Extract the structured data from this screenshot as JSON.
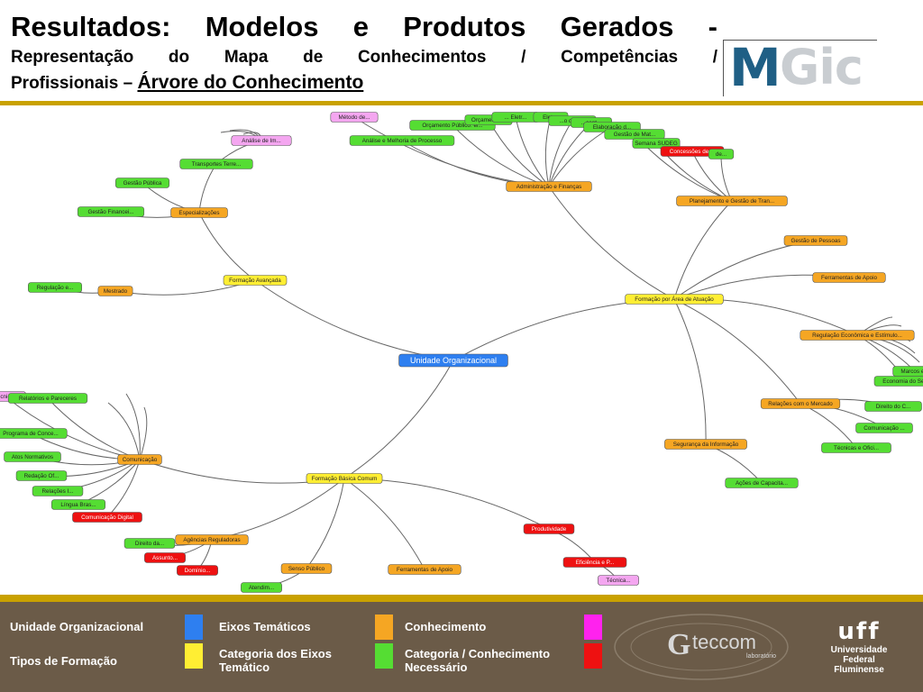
{
  "header": {
    "title": "Resultados: Modelos e Produtos Gerados -",
    "subtitle_line1": "Representação do Mapa de Conhecimentos / Competências /",
    "subtitle_line2_prefix": "Profissionais – ",
    "subtitle_line2_link": "Árvore do Conhecimento",
    "logo_m": "M",
    "logo_gic": "Gic"
  },
  "colors": {
    "blue": "#2e7ff0",
    "yellow": "#ffee33",
    "orange": "#f5a623",
    "green": "#55dd33",
    "magenta": "#ff22ee",
    "red": "#ee1111",
    "pink_node": "#f4a6f0",
    "gold": "#c9a100",
    "footer_bg": "#6b5b48"
  },
  "nodes": [
    {
      "id": "root",
      "label": "Unidade Organizacional",
      "type": "blue"
    },
    {
      "id": "fpa",
      "label": "Formação por Área de Atuação",
      "type": "yellow"
    },
    {
      "id": "fav",
      "label": "Formação Avançada",
      "type": "yellow"
    },
    {
      "id": "fbc",
      "label": "Formação Básica Comum",
      "type": "yellow"
    },
    {
      "id": "af",
      "label": "Administração e Finanças",
      "type": "orange"
    },
    {
      "id": "pg",
      "label": "Planejamento e Gestão de Tran...",
      "type": "orange"
    },
    {
      "id": "gp",
      "label": "Gestão de Pessoas",
      "type": "orange"
    },
    {
      "id": "fa1",
      "label": "Ferramentas de Apoio",
      "type": "orange"
    },
    {
      "id": "reg",
      "label": "Regulação Econômica e Estímulo...",
      "type": "orange"
    },
    {
      "id": "rm",
      "label": "Relações com o Mercado",
      "type": "orange"
    },
    {
      "id": "si",
      "label": "Segurança da Informação",
      "type": "orange"
    },
    {
      "id": "esp",
      "label": "Especializações",
      "type": "orange"
    },
    {
      "id": "mes",
      "label": "Mestrado",
      "type": "orange"
    },
    {
      "id": "com",
      "label": "Comunicação",
      "type": "orange"
    },
    {
      "id": "ar",
      "label": "Agências Reguladoras",
      "type": "orange"
    },
    {
      "id": "sp",
      "label": "Senso Público",
      "type": "orange"
    },
    {
      "id": "fa2",
      "label": "Ferramentas de Apoio",
      "type": "orange"
    },
    {
      "id": "prod",
      "label": "Produtividade",
      "type": "red"
    },
    {
      "id": "n1",
      "label": "Método de...",
      "type": "pink"
    },
    {
      "id": "n2",
      "label": "Análise e Melhoria de Processo",
      "type": "green"
    },
    {
      "id": "n3",
      "label": "Orçamento Público: el...",
      "type": "green"
    },
    {
      "id": "n4",
      "label": "Orçamentária",
      "type": "green"
    },
    {
      "id": "n5",
      "label": "... Eletr...",
      "type": "green"
    },
    {
      "id": "n6",
      "label": "Eletr...",
      "type": "green"
    },
    {
      "id": "n7",
      "label": "...o de C...",
      "type": "green"
    },
    {
      "id": "n8",
      "label": "...cont...",
      "type": "green"
    },
    {
      "id": "n9",
      "label": "Elaboração d...",
      "type": "green"
    },
    {
      "id": "n10",
      "label": "Gestão de Mat...",
      "type": "green"
    },
    {
      "id": "n11",
      "label": "Semana SUDEG",
      "type": "green"
    },
    {
      "id": "n12",
      "label": "Concessões de ...",
      "type": "red"
    },
    {
      "id": "n13",
      "label": "de...",
      "type": "green"
    },
    {
      "id": "n14",
      "label": "Análise de Im...",
      "type": "pink"
    },
    {
      "id": "n15",
      "label": "Transportes Terre...",
      "type": "green"
    },
    {
      "id": "n16",
      "label": "Gestão Pública",
      "type": "green"
    },
    {
      "id": "n17",
      "label": "Gestão Financei...",
      "type": "green"
    },
    {
      "id": "n18",
      "label": "Regulação e...",
      "type": "green"
    },
    {
      "id": "n19",
      "label": "Marcos e...",
      "type": "green"
    },
    {
      "id": "n20",
      "label": "Economia do Se...",
      "type": "green"
    },
    {
      "id": "n21",
      "label": "Direito do C...",
      "type": "green"
    },
    {
      "id": "n22",
      "label": "Comunicação ...",
      "type": "green"
    },
    {
      "id": "n23",
      "label": "Técnicas e Ofici...",
      "type": "green"
    },
    {
      "id": "n24",
      "label": "Ações de Capacita...",
      "type": "green"
    },
    {
      "id": "n25",
      "label": "...cnic...",
      "type": "pink"
    },
    {
      "id": "n26",
      "label": "Relatórios e Pareceres",
      "type": "green"
    },
    {
      "id": "n27",
      "label": "Programa de Conce...",
      "type": "green"
    },
    {
      "id": "n28",
      "label": "Atos Normativos",
      "type": "green"
    },
    {
      "id": "n29",
      "label": "Redação Of...",
      "type": "green"
    },
    {
      "id": "n30",
      "label": "Relações I...",
      "type": "green"
    },
    {
      "id": "n31",
      "label": "Língua Bras...",
      "type": "green"
    },
    {
      "id": "n32",
      "label": "Comunicação Digital",
      "type": "red"
    },
    {
      "id": "n33",
      "label": "Direito da...",
      "type": "green"
    },
    {
      "id": "n34",
      "label": "Assunto...",
      "type": "red"
    },
    {
      "id": "n35",
      "label": "Domínio...",
      "type": "red"
    },
    {
      "id": "n36",
      "label": "Atendim...",
      "type": "green"
    },
    {
      "id": "n37",
      "label": "Eficiência e P...",
      "type": "red"
    },
    {
      "id": "n38",
      "label": "Técnica...",
      "type": "pink"
    }
  ],
  "edges": [
    [
      "root",
      "fpa"
    ],
    [
      "root",
      "fav"
    ],
    [
      "root",
      "fbc"
    ],
    [
      "fpa",
      "af"
    ],
    [
      "fpa",
      "pg"
    ],
    [
      "fpa",
      "gp"
    ],
    [
      "fpa",
      "fa1"
    ],
    [
      "fpa",
      "reg"
    ],
    [
      "fpa",
      "rm"
    ],
    [
      "fpa",
      "si"
    ],
    [
      "af",
      "n1"
    ],
    [
      "af",
      "n2"
    ],
    [
      "af",
      "n3"
    ],
    [
      "af",
      "n4"
    ],
    [
      "af",
      "n5"
    ],
    [
      "af",
      "n6"
    ],
    [
      "af",
      "n7"
    ],
    [
      "af",
      "n8"
    ],
    [
      "af",
      "n9"
    ],
    [
      "pg",
      "n10"
    ],
    [
      "pg",
      "n11"
    ],
    [
      "pg",
      "n12"
    ],
    [
      "pg",
      "n13"
    ],
    [
      "reg",
      "n19"
    ],
    [
      "reg",
      "n20"
    ],
    [
      "rm",
      "n21"
    ],
    [
      "rm",
      "n22"
    ],
    [
      "rm",
      "n23"
    ],
    [
      "si",
      "n24"
    ],
    [
      "fav",
      "esp"
    ],
    [
      "fav",
      "mes"
    ],
    [
      "esp",
      "n15"
    ],
    [
      "esp",
      "n16"
    ],
    [
      "esp",
      "n17"
    ],
    [
      "n15",
      "n14"
    ],
    [
      "mes",
      "n18"
    ],
    [
      "fbc",
      "com"
    ],
    [
      "fbc",
      "ar"
    ],
    [
      "fbc",
      "sp"
    ],
    [
      "fbc",
      "fa2"
    ],
    [
      "fbc",
      "prod"
    ],
    [
      "com",
      "n25"
    ],
    [
      "com",
      "n26"
    ],
    [
      "com",
      "n27"
    ],
    [
      "com",
      "n28"
    ],
    [
      "com",
      "n29"
    ],
    [
      "com",
      "n30"
    ],
    [
      "com",
      "n31"
    ],
    [
      "com",
      "n32"
    ],
    [
      "ar",
      "n33"
    ],
    [
      "ar",
      "n34"
    ],
    [
      "ar",
      "n35"
    ],
    [
      "sp",
      "n36"
    ],
    [
      "prod",
      "n37"
    ],
    [
      "n37",
      "n38"
    ]
  ],
  "legend": {
    "col1_row1": "Unidade Organizacional",
    "col1_row2": "Tipos de Formação",
    "col2_row1": "Eixos Temáticos",
    "col2_row2": "Categoria dos Eixos Temático",
    "col3_row1": "Conhecimento",
    "col3_row2": "Categoria / Conhecimento Necessário"
  },
  "footer_logos": {
    "gteccom": "teccom",
    "gteccom_g": "G",
    "gteccom_sub": "laboratório",
    "uff_mark": "uff",
    "uff_line1": "Universidade",
    "uff_line2": "Federal",
    "uff_line3": "Fluminense"
  }
}
